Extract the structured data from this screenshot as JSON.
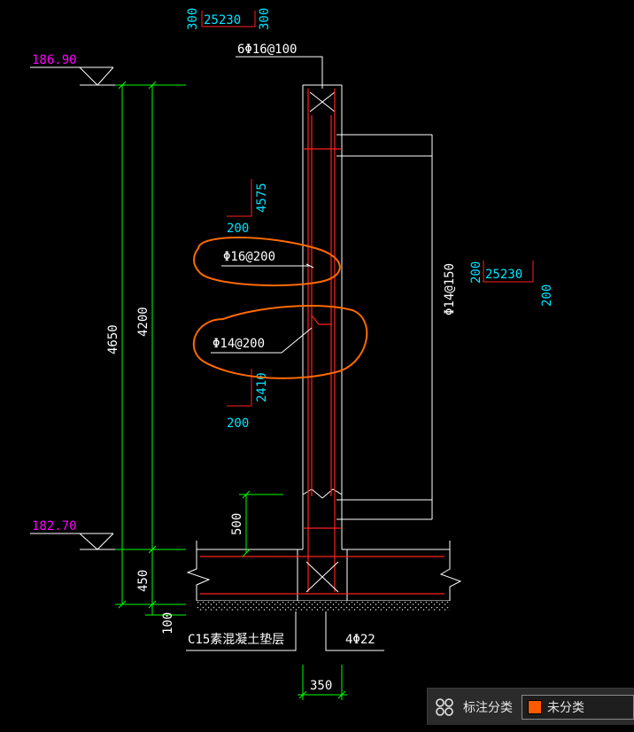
{
  "colors": {
    "wall": "#ffffff",
    "rebar": "#ff2020",
    "dim_green": "#00ff00",
    "text_white": "#ffffff",
    "text_cyan": "#00e5ff",
    "text_magenta": "#ff00ff",
    "highlight": "#ff6a00",
    "gravel": "#cfcfcf"
  },
  "drawing": {
    "top_label_left": "300",
    "top_label_mid": "25230",
    "top_label_right": "300",
    "top_rebar": "6Φ16@100",
    "level_top": "186.90",
    "level_bottom": "182.70",
    "dim_4650": "4650",
    "dim_4200": "4200",
    "dim_450": "450",
    "dim_100": "100",
    "dim_500": "500",
    "dim_350": "350",
    "label_4575": "4575",
    "label_200_a": "200",
    "label_2410": "2410",
    "label_200_b": "200",
    "rebar_phi16": "Φ16@200",
    "rebar_phi14": "Φ14@200",
    "rebar_phi14_150": "Φ14@150",
    "right_label_200": "200",
    "right_label_25230": "25230",
    "right_label_200_b": "200",
    "concrete_base": "C15素混凝土垫层",
    "bottom_rebar": "4Φ22"
  },
  "statusbar": {
    "grid_icon": "grid-icon",
    "label": "标注分类",
    "combo_value": "未分类",
    "combo_swatch": "#ff5a00"
  }
}
